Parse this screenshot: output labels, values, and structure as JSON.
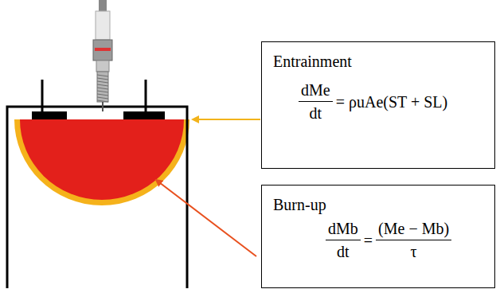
{
  "diagram": {
    "nodes": [
      {
        "text": [
          "Entrainment",
          "dMe",
          "dt",
          "= ρuAe(ST + SL)"
        ]
      },
      {
        "text": [
          "Burn-up",
          "dMb",
          "dt",
          "=",
          "(Me − Mb)",
          "τ"
        ]
      }
    ]
  }
}
